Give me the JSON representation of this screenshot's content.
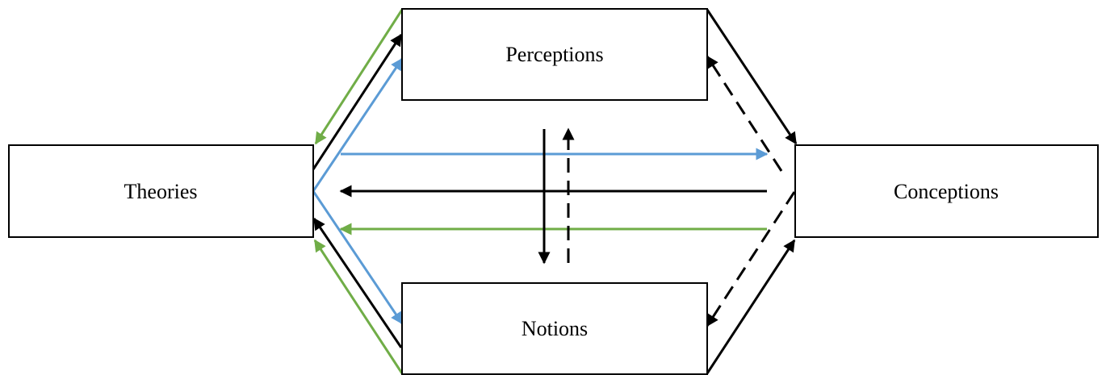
{
  "nodes": {
    "perceptions": {
      "label": "Perceptions"
    },
    "theories": {
      "label": "Theories"
    },
    "conceptions": {
      "label": "Conceptions"
    },
    "notions": {
      "label": "Notions"
    }
  },
  "colors": {
    "black": "#000000",
    "blue": "#5b9bd5",
    "green": "#70ad47"
  }
}
